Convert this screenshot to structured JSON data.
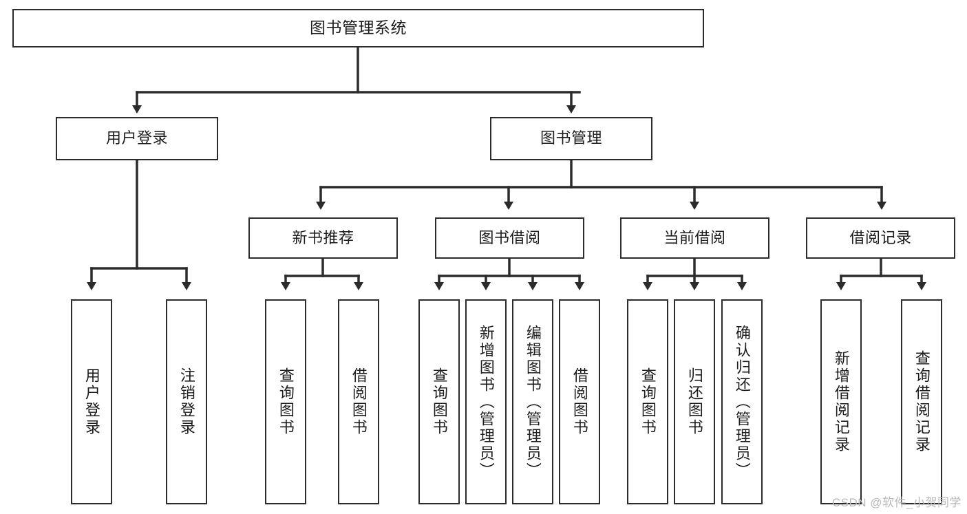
{
  "diagram": {
    "title": "图书管理系统",
    "type": "tree-hierarchy",
    "background_color": "#ffffff",
    "line_color": "#2b2b2b",
    "text_color": "#1c1c1c",
    "watermark": "CSDN @软件_小贺同学",
    "levels": {
      "level1": [
        {
          "id": "root",
          "label": "图书管理系统",
          "orientation": "horizontal"
        }
      ],
      "level2": [
        {
          "id": "user-login",
          "label": "用户登录",
          "orientation": "horizontal",
          "parent": "root"
        },
        {
          "id": "book-manage",
          "label": "图书管理",
          "orientation": "horizontal",
          "parent": "root"
        }
      ],
      "level3": [
        {
          "id": "new-book-rec",
          "label": "新书推荐",
          "orientation": "horizontal",
          "parent": "book-manage"
        },
        {
          "id": "book-borrow",
          "label": "图书借阅",
          "orientation": "horizontal",
          "parent": "book-manage"
        },
        {
          "id": "current-borrow",
          "label": "当前借阅",
          "orientation": "horizontal",
          "parent": "book-manage"
        },
        {
          "id": "borrow-record",
          "label": "借阅记录",
          "orientation": "horizontal",
          "parent": "book-manage"
        }
      ],
      "level4": [
        {
          "id": "leaf-user-login",
          "label": "用户登录",
          "orientation": "vertical",
          "parent": "user-login"
        },
        {
          "id": "leaf-logout",
          "label": "注销登录",
          "orientation": "vertical",
          "parent": "user-login"
        },
        {
          "id": "leaf-query-book-1",
          "label": "查询图书",
          "orientation": "vertical",
          "parent": "new-book-rec"
        },
        {
          "id": "leaf-borrow-book-1",
          "label": "借阅图书",
          "orientation": "vertical",
          "parent": "new-book-rec"
        },
        {
          "id": "leaf-query-book-2",
          "label": "查询图书",
          "orientation": "vertical",
          "parent": "book-borrow"
        },
        {
          "id": "leaf-add-book",
          "label": "新增图书（管理员）",
          "orientation": "vertical",
          "parent": "book-borrow"
        },
        {
          "id": "leaf-edit-book",
          "label": "编辑图书（管理员）",
          "orientation": "vertical",
          "parent": "book-borrow"
        },
        {
          "id": "leaf-borrow-book-2",
          "label": "借阅图书",
          "orientation": "vertical",
          "parent": "book-borrow"
        },
        {
          "id": "leaf-query-book-3",
          "label": "查询图书",
          "orientation": "vertical",
          "parent": "current-borrow"
        },
        {
          "id": "leaf-return-book",
          "label": "归还图书",
          "orientation": "vertical",
          "parent": "current-borrow"
        },
        {
          "id": "leaf-confirm-return",
          "label": "确认归还（管理员）",
          "orientation": "vertical",
          "parent": "current-borrow"
        },
        {
          "id": "leaf-add-record",
          "label": "新增借阅记录",
          "orientation": "vertical",
          "parent": "borrow-record"
        },
        {
          "id": "leaf-query-record",
          "label": "查询借阅记录",
          "orientation": "vertical",
          "parent": "borrow-record"
        }
      ]
    }
  }
}
